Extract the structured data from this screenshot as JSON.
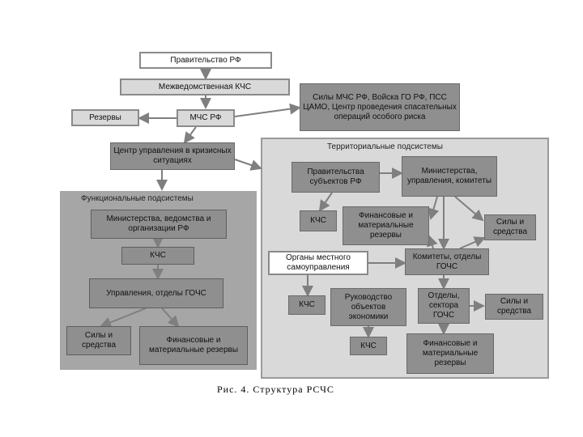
{
  "colors": {
    "box_light": "#d9d9d9",
    "box_dark": "#8f8f8f",
    "panel_functional": "#a6a6a6",
    "panel_territorial": "#d9d9d9",
    "arrow": "#7f7f7f"
  },
  "nodes": {
    "government": "Правительство РФ",
    "interagency_kchs": "Межведомственная КЧС",
    "reserves": "Резервы",
    "mchs": "МЧС РФ",
    "forces": "Силы МЧС РФ, Войска ГО РФ, ПСС ЦАМО, Центр проведения спасательных операций особого риска",
    "crisis_center": "Центр управления в кризисных ситуациях"
  },
  "functional": {
    "title": "Функциональные подсистемы",
    "ministries": "Министерства, ведомства и организации РФ",
    "kchs": "КЧС",
    "departments": "Управления, отделы ГОЧС",
    "forces": "Силы и средства",
    "fin_reserves": "Финансовые и материальные резервы"
  },
  "territorial": {
    "title": "Территориальные подсистемы",
    "subject_gov": "Правительства субъектов РФ",
    "ministries": "Министерства, управления, комитеты",
    "kchs1": "КЧС",
    "fin_reserves1": "Финансовые и материальные резервы",
    "forces1": "Силы и средства",
    "local_gov": "Органы местного самоуправления",
    "committees": "Комитеты, отделы ГОЧС",
    "kchs2": "КЧС",
    "enterprise_heads": "Руководство объектов экономики",
    "sectors": "Отделы, сектора ГОЧС",
    "forces2": "Силы и средства",
    "kchs3": "КЧС",
    "fin_reserves2": "Финансовые и материальные резервы"
  },
  "caption": "Рис. 4. Структура РСЧС"
}
